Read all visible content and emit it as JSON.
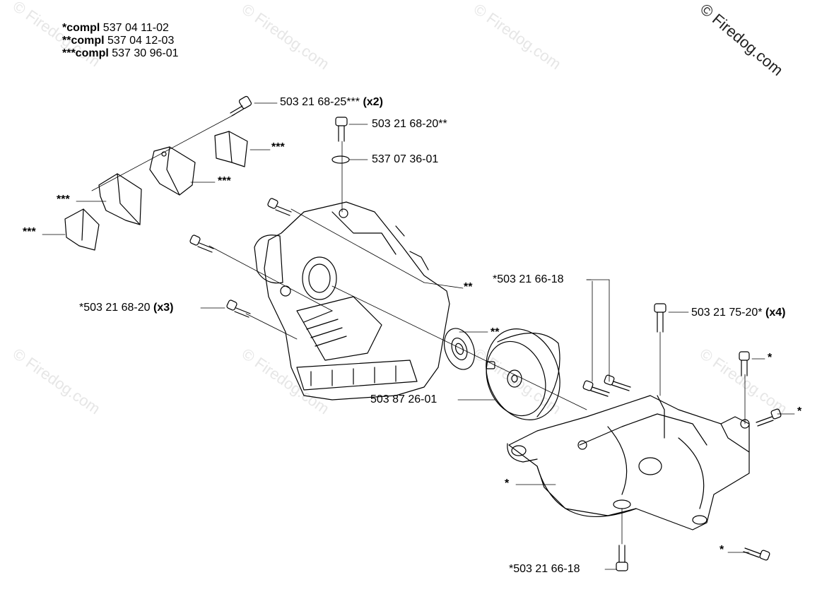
{
  "watermark": "© Firedog.com",
  "copyright": "© Firedog.com",
  "legend": [
    {
      "prefix": "*compl",
      "number": "537 04 11-02"
    },
    {
      "prefix": "**compl",
      "number": "537 04 12-03"
    },
    {
      "prefix": "***compl",
      "number": "537 30 96-01"
    }
  ],
  "labels": {
    "bolt_x2": "503 21 68-25***",
    "bolt_x2_qty": "(x2)",
    "screw_20": "503 21 68-20**",
    "circlip": "537 07 36-01",
    "left_x3": "*503 21 68-20",
    "left_x3_qty": "(x3)",
    "screw_18_top": "*503 21 66-18",
    "screw_75": "503 21 75-20*",
    "screw_75_qty": "(x4)",
    "clutch_drum": "503 87 26-01",
    "screw_18_bottom": "*503 21 66-18",
    "star3_a": "***",
    "star3_b": "***",
    "star3_c": "***",
    "star3_d": "***",
    "star2_housing": "**",
    "star2_bearing": "**",
    "star1_right_a": "*",
    "star1_right_b": "*",
    "star1_bracket": "*",
    "star1_bottom": "*"
  }
}
